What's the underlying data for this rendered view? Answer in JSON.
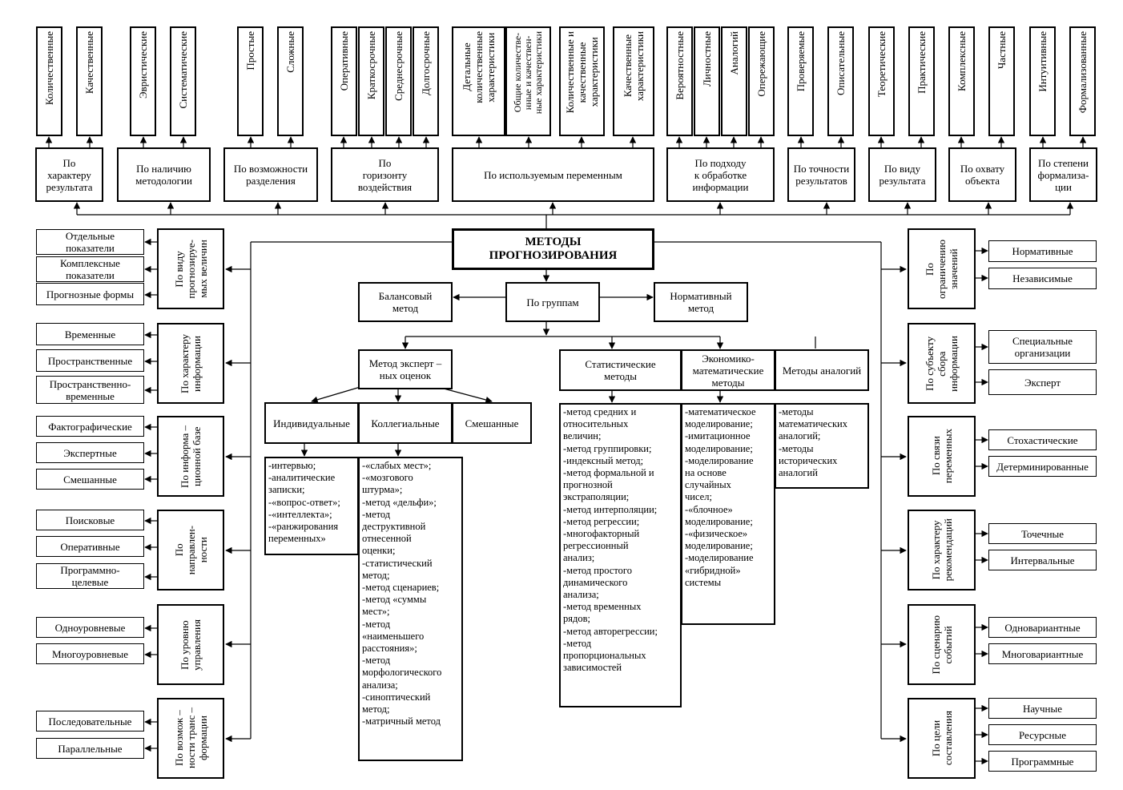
{
  "title": "МЕТОДЫ\nПРОГНОЗИРОВАНИЯ",
  "top_categories": [
    {
      "label": "По\nхарактеру\nрезультата",
      "items": [
        "Количественные",
        "Качественные"
      ]
    },
    {
      "label": "По наличию\nметодологии",
      "items": [
        "Эвристические",
        "Систематические"
      ]
    },
    {
      "label": "По возможности\nразделения",
      "items": [
        "Простые",
        "Сложные"
      ]
    },
    {
      "label": "По\nгоризонту\nвоздействия",
      "items": [
        "Оперативные",
        "Краткосрочные",
        "Среднесрочные",
        "Долгосрочные"
      ]
    },
    {
      "label": "По используемым переменным",
      "items": [
        "Детальные\nколичественные\nхарактеристики",
        "Общие количестве-\nнные и качествен-\nные характеристики",
        "Количественные и\nкачественные\nхарактеристики",
        "Качественные\nхарактеристики"
      ]
    },
    {
      "label": "По подходу\nк обработке\nинформации",
      "items": [
        "Вероятностные",
        "Личностные",
        "Аналогий",
        "Опережающие"
      ]
    },
    {
      "label": "По точности\nрезультатов",
      "items": [
        "Проверяемые",
        "Описательные"
      ]
    },
    {
      "label": "По виду\nрезультата",
      "items": [
        "Теоретические",
        "Практические"
      ]
    },
    {
      "label": "По охвату\nобъекта",
      "items": [
        "Комплексные",
        "Частные"
      ]
    },
    {
      "label": "По степени\nформализа-\nции",
      "items": [
        "Интуитивные",
        "Формализованные"
      ]
    }
  ],
  "left_categories": [
    {
      "label": "По виду\nпрогнозируе-\nмых величин",
      "items": [
        "Отдельные\nпоказатели",
        "Комплексные\nпоказатели",
        "Прогнозные формы"
      ]
    },
    {
      "label": "По характеру\nинформации",
      "items": [
        "Временные",
        "Пространственные",
        "Пространственно-\nвременные"
      ]
    },
    {
      "label": "По информа –\nционной базе",
      "items": [
        "Фактографические",
        "Экспертные",
        "Смешанные"
      ]
    },
    {
      "label": "По\nнаправлен-\nности",
      "items": [
        "Поисковые",
        "Оперативные",
        "Программно-\nцелевые"
      ]
    },
    {
      "label": "По уровню\nуправления",
      "items": [
        "Одноуровневые",
        "Многоуровневые"
      ]
    },
    {
      "label": "По возмож –\nности транс –\nформации",
      "items": [
        "Последовательные",
        "Параллельные"
      ]
    }
  ],
  "right_categories": [
    {
      "label": "По\nограничению\nзначений",
      "items": [
        "Нормативные",
        "Независимые"
      ]
    },
    {
      "label": "По субъекту\nсбора\nинформации",
      "items": [
        "Специальные\nорганизации",
        "Эксперт"
      ]
    },
    {
      "label": "По связи\nпеременных",
      "items": [
        "Стохастические",
        "Детерминированные"
      ]
    },
    {
      "label": "По характеру\nрекомендаций",
      "items": [
        "Точечные",
        "Интервальные"
      ]
    },
    {
      "label": "По сценарию\nсобытий",
      "items": [
        "Одновариантные",
        "Многовариантные"
      ]
    },
    {
      "label": "По цели\nсоставления",
      "items": [
        "Научные",
        "Ресурсные",
        "Программные"
      ]
    }
  ],
  "groups": {
    "label": "По группам",
    "balance": "Балансовый\nметод",
    "normative": "Нормативный\nметод",
    "expert": "Метод эксперт –\nных оценок",
    "expert_types": [
      "Индивидуальные",
      "Коллегиальные",
      "Смешанные"
    ],
    "individual_list": "-интервью;\n-аналитические\nзаписки;\n-«вопрос-ответ»;\n-«интеллекта»;\n-«ранжирования\nпеременных»",
    "collegial_list": "-«слабых мест»;\n-«мозгового\nштурма»;\n-метод «дельфи»;\n-метод\nдеструктивной\nотнесенной\nоценки;\n-статистический\nметод;\n-метод сценариев;\n-метод «суммы\nмест»;\n-метод\n«наименьшего\nрасстояния»;\n-метод\nморфологического\nанализа;\n-синоптический\nметод;\n-матричный метод",
    "statistical": "Статистические\nметоды",
    "economic": "Экономико-\nматематические\nметоды",
    "analogies": "Методы аналогий",
    "statistical_list": "-метод средних и\nотносительных\nвеличин;\n-метод группировки;\n-индексный метод;\n-метод формальной и\nпрогнозной\nэкстраполяции;\n-метод интерполяции;\n-метод регрессии;\n-многофакторный\nрегрессионный\nанализ;\n-метод простого\nдинамического\nанализа;\n-метод          временных\nрядов;\n-метод авторегрессии;\n-метод\nпропорциональных\nзависимостей",
    "economic_list": "-математическое\nмоделирование;\n-имитационное\nмоделирование;\n-моделирование\nна основе\nслучайных\nчисел;\n-«блочное»\nмоделирование;\n-«физическое»\nмоделирование;\n-моделирование\n«гибридной»\nсистемы",
    "analogies_list": "-методы\nматематических\nаналогий;\n-методы\nисторических\nаналогий"
  }
}
